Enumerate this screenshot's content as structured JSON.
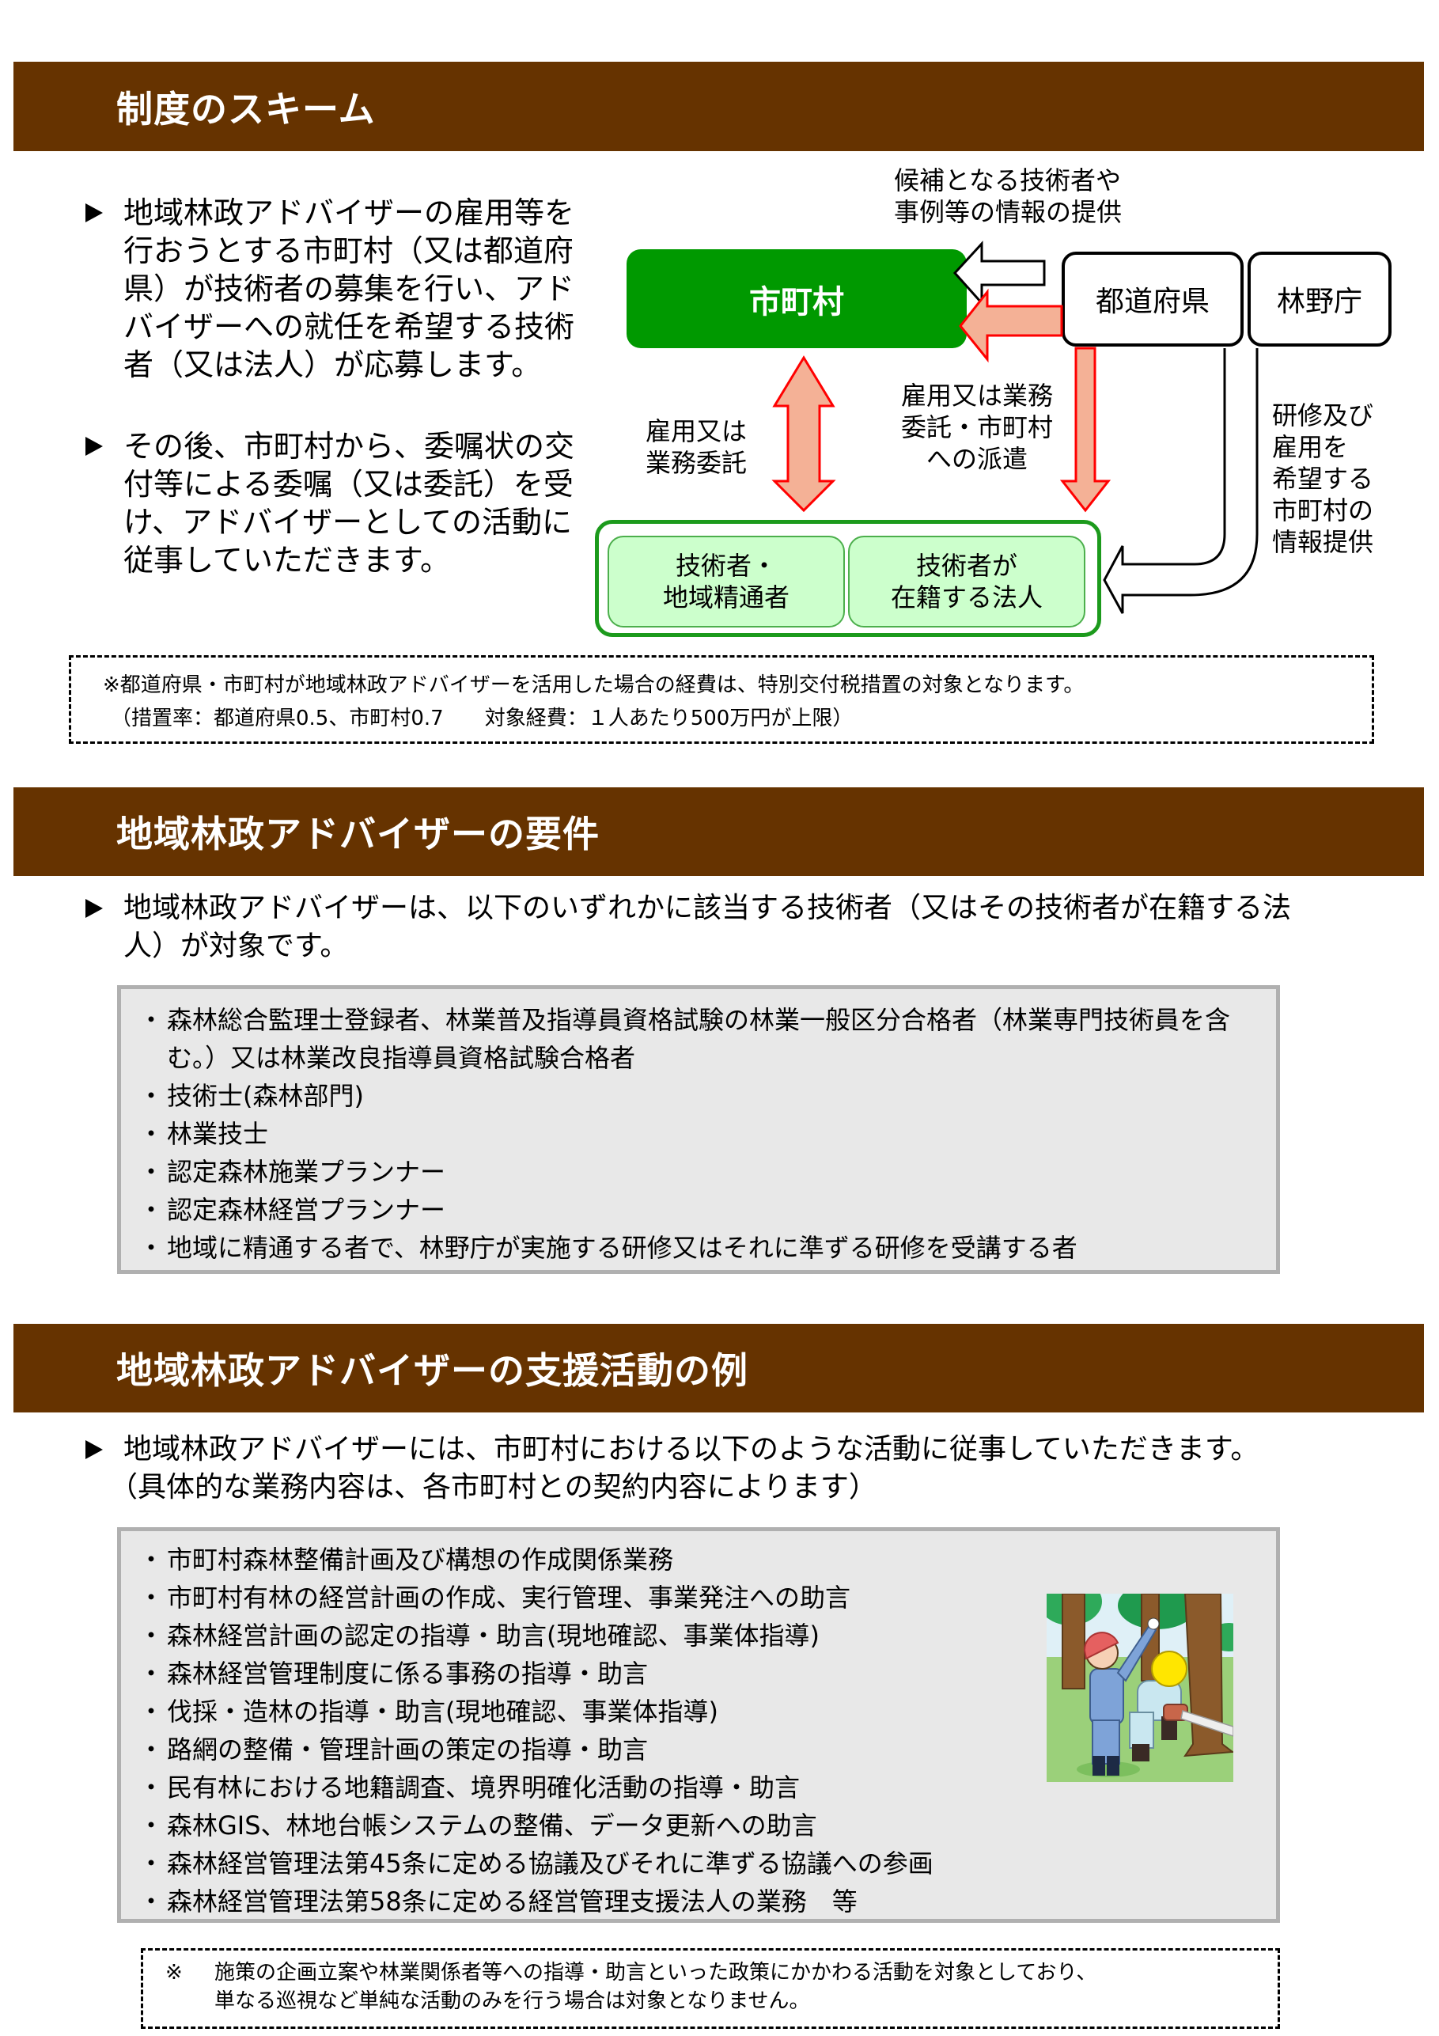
{
  "sections": [
    {
      "title": "制度のスキーム",
      "bullets": [
        "地域林政アドバイザーの雇用等を行おうとする市町村（又は都道府県）が技術者の募集を行い、アドバイザーへの就任を希望する技術者（又は法人）が応募します。",
        "その後、市町村から、委嘱状の交付等による委嘱（又は委託）を受け、アドバイザーとしての活動に従事していただきます。"
      ],
      "diagram": {
        "municipality": "市町村",
        "prefecture": "都道府県",
        "forestry_agency": "林野庁",
        "label_info_provision": [
          "候補となる技術者や",
          "事例等の情報の提供"
        ],
        "label_employment_left": [
          "雇用又は",
          "業務委託"
        ],
        "label_employment_middle": [
          "雇用又は業務",
          "委託・市町村",
          "への派遣"
        ],
        "label_training": [
          "研修及び",
          "雇用を",
          "希望する",
          "市町村の",
          "情報提供"
        ],
        "technician": [
          "技術者・",
          "地域精通者"
        ],
        "corporation": [
          "技術者が",
          "在籍する法人"
        ]
      },
      "note": [
        "※都道府県・市町村が地域林政アドバイザーを活用した場合の経費は、特別交付税措置の対象となります。",
        "（措置率：都道府県0.5、市町村0.7　　対象経費：１人あたり500万円が上限）"
      ]
    },
    {
      "title": "地域林政アドバイザーの要件",
      "bullet": "地域林政アドバイザーは、以下のいずれかに該当する技術者（又はその技術者が在籍する法人）が対象です。",
      "items": [
        "森林総合監理士登録者、林業普及指導員資格試験の林業一般区分合格者（林業専門技術員を含む。）又は林業改良指導員資格試験合格者",
        "技術士(森林部門)",
        "林業技士",
        "認定森林施業プランナー",
        "認定森林経営プランナー",
        "地域に精通する者で、林野庁が実施する研修又はそれに準ずる研修を受講する者"
      ]
    },
    {
      "title": "地域林政アドバイザーの支援活動の例",
      "bullet_line1": "地域林政アドバイザーには、市町村における以下のような活動に従事していただきます。",
      "bullet_line2": "（具体的な業務内容は、各市町村との契約内容によります）",
      "items": [
        "市町村森林整備計画及び構想の作成関係業務",
        "市町村有林の経営計画の作成、実行管理、事業発注への助言",
        "森林経営計画の認定の指導・助言(現地確認、事業体指導)",
        "森林経営管理制度に係る事務の指導・助言",
        "伐採・造林の指導・助言(現地確認、事業体指導)",
        "路網の整備・管理計画の策定の指導・助言",
        "民有林における地籍調査、境界明確化活動の指導・助言",
        "森林GIS、林地台帳システムの整備、データ更新への助言",
        "森林経営管理法第45条に定める協議及びそれに準ずる協議への参画",
        "森林経営管理法第58条に定める経営管理支援法人の業務　等"
      ],
      "illustration": "forestry-workers-illustration",
      "note_mark": "※",
      "note": [
        "施策の企画立案や林業関係者等への指導・助言といった政策にかかわる活動を対象としており、",
        "単なる巡視など単純な活動のみを行う場合は対象となりません。"
      ]
    }
  ],
  "colors": {
    "header_bg": "#663300",
    "municipality_green": "#009900",
    "light_green": "#ccffcc",
    "arrow_fill": "#f4b196",
    "arrow_stroke": "#ff0000",
    "gray_box_bg": "#e8e8e8",
    "gray_box_border": "#b0b0b0"
  }
}
